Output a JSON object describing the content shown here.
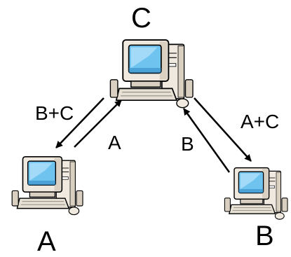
{
  "nodes": {
    "C": {
      "name": "C",
      "icon": "desktop-computer-icon"
    },
    "A": {
      "name": "A",
      "icon": "desktop-computer-icon"
    },
    "B": {
      "name": "B",
      "icon": "desktop-computer-icon"
    }
  },
  "edges": {
    "c_to_a": "B+C",
    "a_to_c": "A",
    "b_to_c": "B",
    "c_to_b": "A+C"
  },
  "colors": {
    "screen": "#6ec3ef",
    "screen_dark": "#2e86c1",
    "case_light": "#efe9df",
    "case_mid": "#d9d0c2",
    "case_dark": "#a89f92",
    "keyboard": "#e6dfd3",
    "outline": "#000000"
  }
}
